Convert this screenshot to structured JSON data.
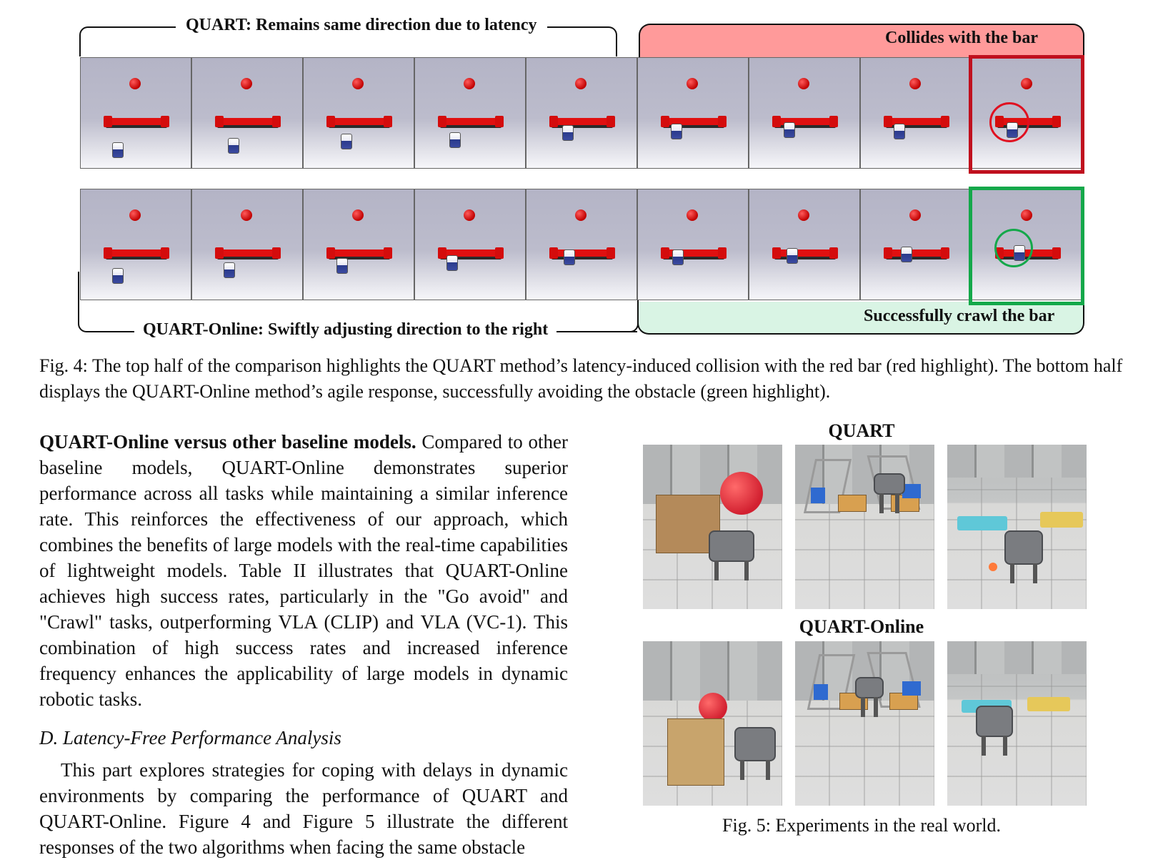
{
  "fig4": {
    "top_label": "QUART: Remains same direction due to latency",
    "top_highlight_label": "Collides with the bar",
    "bottom_label": "QUART-Online: Swiftly adjusting direction to the right",
    "bottom_highlight_label": "Successfully crawl the bar",
    "frames_per_row": 9,
    "top_highlight_color": "#ff9a9a",
    "top_box_color": "#c0101e",
    "bottom_highlight_color": "#d9f4e4",
    "bottom_box_color": "#14a84a",
    "caption": "Fig. 4: The top half of the comparison highlights the QUART method’s latency-induced collision with the red bar (red highlight). The bottom half displays the QUART-Online method’s agile response, successfully avoiding the obstacle (green highlight)."
  },
  "body": {
    "para1_runin": "QUART-Online versus other baseline models.",
    "para1_text": " Compared to other baseline models, QUART-Online demonstrates superior performance across all tasks while maintaining a similar inference rate. This reinforces the effectiveness of our approach, which combines the benefits of large models with the real-time capabilities of lightweight models. Table II illustrates that QUART-Online achieves high success rates, particularly in the \"Go avoid\" and \"Crawl\" tasks, outperforming VLA (CLIP) and VLA (VC-1). This combination of high success rates and increased inference frequency enhances the applicability of large models in dynamic robotic tasks.",
    "section_heading": "D.  Latency-Free Performance Analysis",
    "para2_text": "This part explores strategies for coping with delays in dynamic environments by comparing the performance of QUART and QUART-Online. Figure 4 and Figure 5 illustrate the different responses of the two algorithms when facing the same obstacle"
  },
  "fig5": {
    "top_label": "QUART",
    "bottom_label": "QUART-Online",
    "caption": "Fig. 5: Experiments in the real world."
  }
}
